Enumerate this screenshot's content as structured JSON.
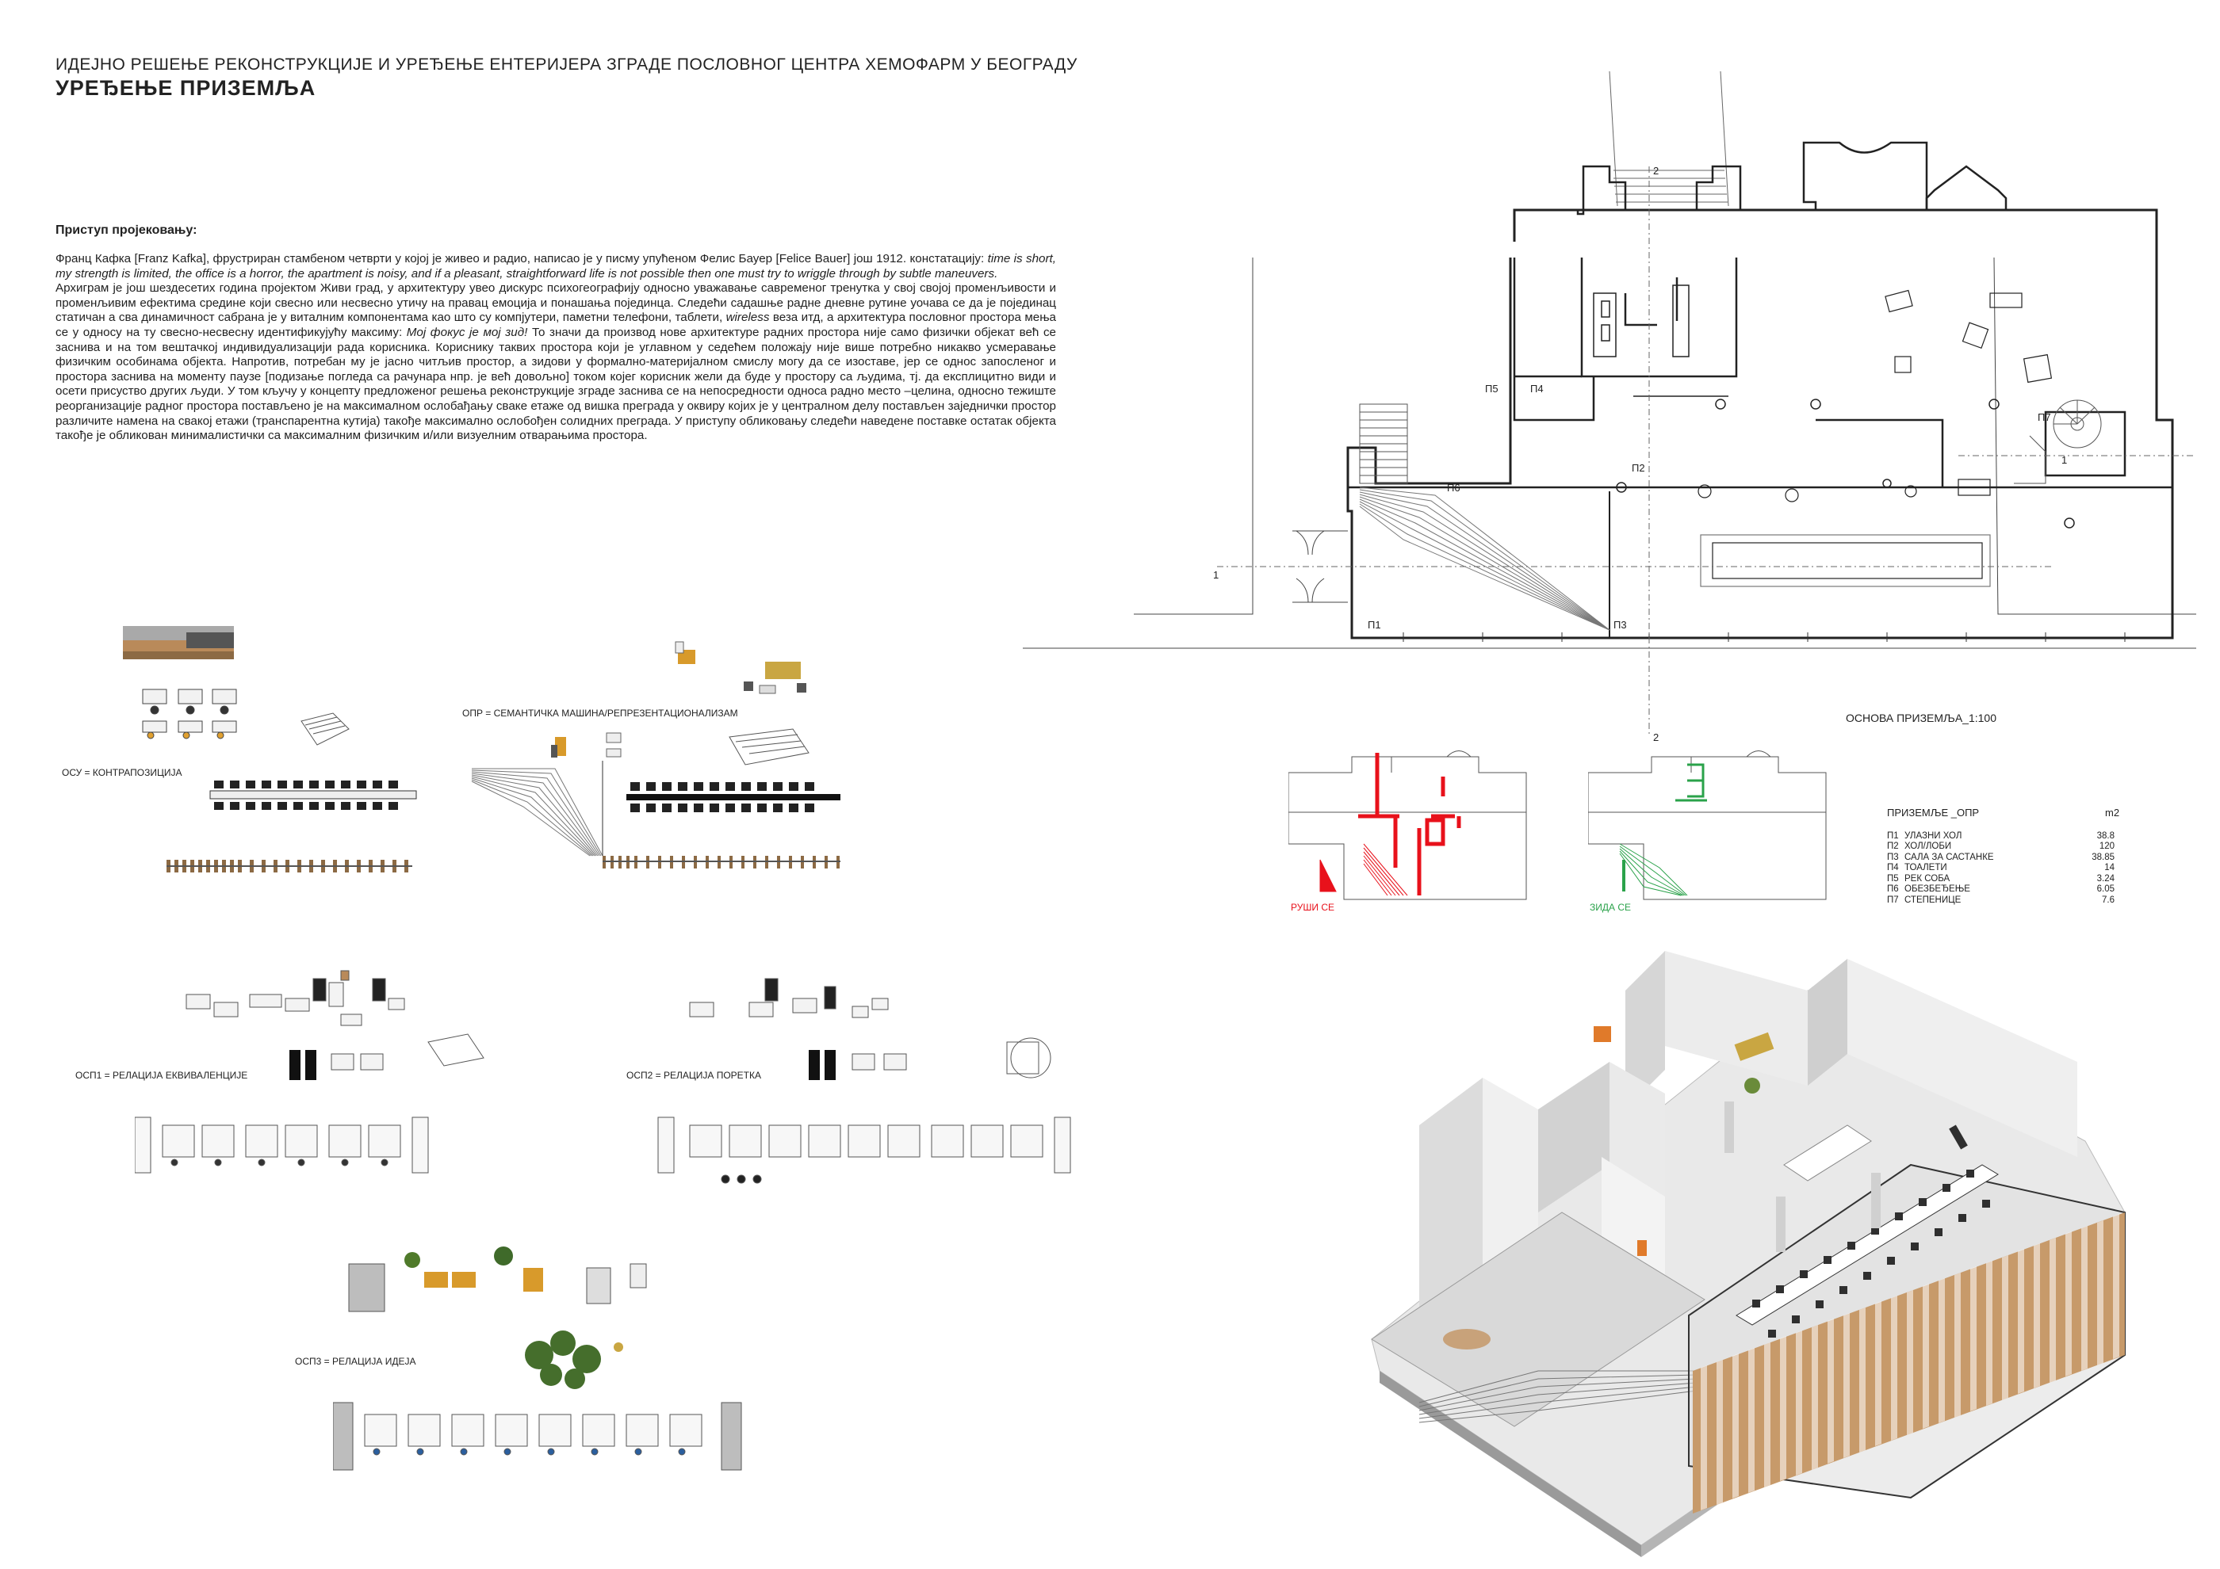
{
  "header": {
    "subtitle": "ИДЕЈНО РЕШЕЊЕ РЕКОНСТРУКЦИЈЕ И УРЕЂЕЊЕ ЕНТЕРИЈЕРА ЗГРАДЕ ПОСЛОВНОГ ЦЕНТРА ХЕМОФАРМ У БЕОГРАДУ",
    "title": "УРЕЂЕЊЕ ПРИЗЕМЉА"
  },
  "approach": {
    "heading": "Приступ пројековању:",
    "p1_a": "Франц Кафка [Franz Kafka], фрустриран стамбеном четврти у којој је живео и радио, написао је у писму упућеном Фелис Бауер [Felice Bauer]  још 1912. констатацију: ",
    "p1_quote": "time is short, my strength is limited, the office is a horror, the apartment is noisy, and if a pleasant, straightforward life is not possible then one must try to wriggle through by subtle maneuvers.",
    "p2_a": "Архиграм је још шездесетих година пројектом  Живи град, у архитектуру увео дискурс психогеографију односно уважавање  савременог тренутка у свој својој променљивости и променљивим ефектима средине који свесно или несвесно утичу на правац емоција и понашања појединца. Следећи садашње радне дневне рутине уочава се да је појединац статичан а сва динамичност сабрана је у виталним компонентама као што су  компјутери, паметни телефони, таблети, ",
    "p2_wireless": "wireless",
    "p2_b": " веза итд, а архитектура пословног простора  мења се у односу на ту свесно-несвесну идентификујућу максиму: ",
    "p2_motto": "Мој фокус је мој зид!",
    "p2_c": " То значи да производ нове архитектуре радних простора није само физички објекат већ се заснива и на том вештачкој индивидуализацији рада корисника. Кориснику таквих простора који је углавном у седећем положају није више потребно никакво усмеравање физичким особинама објекта. Напротив, потребан му је јасно читљив простор, а зидови у формално-материјалном смислу могу да се изоставе, јер се однос запосленог и простора заснива на моменту паузе [подизање погледа са рачунара нпр. је већ довољно] током којег корисник жели да буде у простору са људима, тј. да експлицитно види и осети присуство других људи. У том кључу у концепту предложеног решења реконструкције зграде заснива се на непосредности односа радно место –целина, односно тежиште реорганизације радног простора постављено је на максималном ослобађању сваке етаже од вишка преграда у оквиру којих је у централном делу постављен заједнички простор различите намена на свакој етажи (транспарентна кутија) такође максимално ослобођен солидних преграда. У приступу обликовању следећи наведене поставке остатак објекта такође је обликован минималистички са максималним физичким и/или визуелним отварањима простора."
  },
  "diagrams": {
    "osu": "ОСУ = КОНТРАПОЗИЦИЈА",
    "opr": "ОПР  = СЕМАНТИЧКА МАШИНА/РЕПРЕЗЕНТАЦИОНАЛИЗАМ",
    "osp1": "ОСП1 = РЕЛАЦИЈА ЕКВИВАЛЕНЦИЈЕ",
    "osp2": "ОСП2 = РЕЛАЦИЈА ПОРЕТКА",
    "osp3": "ОСП3 = РЕЛАЦИЈА ИДЕЈА"
  },
  "plan": {
    "caption": "ОСНОВА ПРИЗЕМЉА_1:100",
    "section_marks": [
      "1",
      "1",
      "2",
      "2"
    ],
    "rooms": [
      "П1",
      "П2",
      "П3",
      "П4",
      "П5",
      "П6",
      "П7"
    ],
    "demolish_label": "РУШИ СЕ",
    "build_label": "ЗИДА СЕ",
    "colors": {
      "demolish": "#e8111b",
      "build": "#2aa24a",
      "wood": "#b98a5a"
    }
  },
  "areas": {
    "title": "ПРИЗЕМЉЕ _ОПР",
    "unit": "m2",
    "rows": [
      {
        "code": "П1",
        "name": "УЛАЗНИ ХОЛ",
        "value": "38.8"
      },
      {
        "code": "П2",
        "name": "ХОЛ/ЛОБИ",
        "value": "120"
      },
      {
        "code": "П3",
        "name": "САЛА ЗА САСТАНКЕ",
        "value": "38.85"
      },
      {
        "code": "П4",
        "name": "ТОАЛЕТИ",
        "value": "14"
      },
      {
        "code": "П5",
        "name": "РЕК СОБА",
        "value": "3.24"
      },
      {
        "code": "П6",
        "name": "ОБЕЗБЕЂЕЊЕ",
        "value": "6.05"
      },
      {
        "code": "П7",
        "name": "СТЕПЕНИЦЕ",
        "value": "7.6"
      }
    ]
  }
}
